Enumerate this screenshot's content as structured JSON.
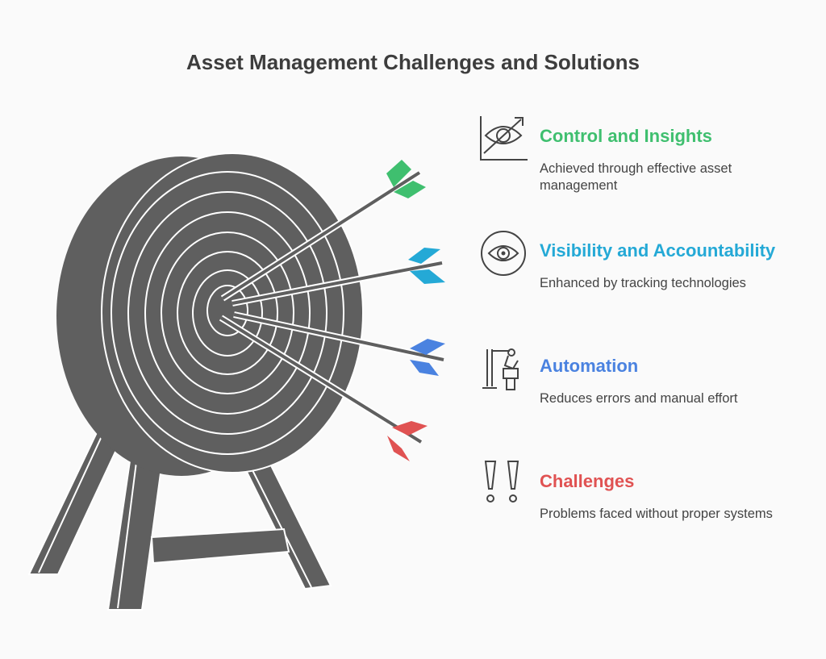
{
  "title": "Asset Management Challenges and Solutions",
  "colors": {
    "target": "#5f5f5f",
    "ring": "#ffffff",
    "text": "#3d3d3d",
    "green": "#3fbf6f",
    "cyan": "#24a9d6",
    "blue": "#4a82e0",
    "red": "#e05252"
  },
  "items": [
    {
      "label": "Control and Insights",
      "description": "Achieved through effective asset management",
      "color": "#3fbf6f",
      "icon": "eye-chart-icon"
    },
    {
      "label": "Visibility and Accountability",
      "description": "Enhanced by tracking technologies",
      "color": "#24a9d6",
      "icon": "eye-icon"
    },
    {
      "label": "Automation",
      "description": "Reduces errors and manual effort",
      "color": "#4a82e0",
      "icon": "robot-arm-icon"
    },
    {
      "label": "Challenges",
      "description": "Problems faced without proper systems",
      "color": "#e05252",
      "icon": "exclamation-icon"
    }
  ]
}
